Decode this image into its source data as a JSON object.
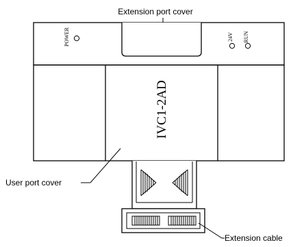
{
  "callouts": {
    "extension_port_cover": "Extension port cover",
    "user_port_cover": "User port cover",
    "extension_cable": "Extension cable"
  },
  "module": {
    "model": "IVC1-2AD"
  },
  "indicators": {
    "power": "POWER",
    "v24": "24V",
    "run": "RUN"
  }
}
